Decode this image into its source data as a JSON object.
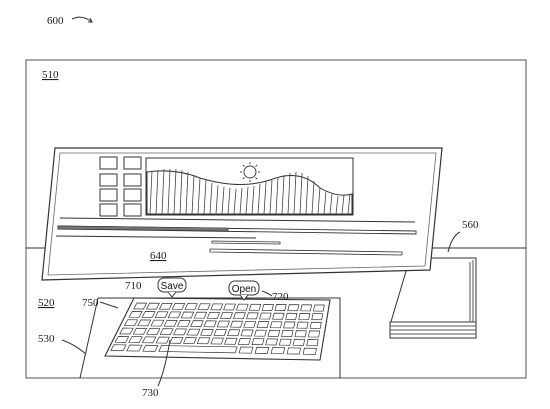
{
  "figure": {
    "number": "600",
    "labels": {
      "scene": "510",
      "surface": "520",
      "surface_edge": "530",
      "object_stack": "560",
      "display": "640",
      "save_callout": "710",
      "open_callout": "720",
      "keyboard": "730",
      "keyboard_area": "750"
    },
    "buttons": {
      "save": "Save",
      "open": "Open"
    }
  }
}
